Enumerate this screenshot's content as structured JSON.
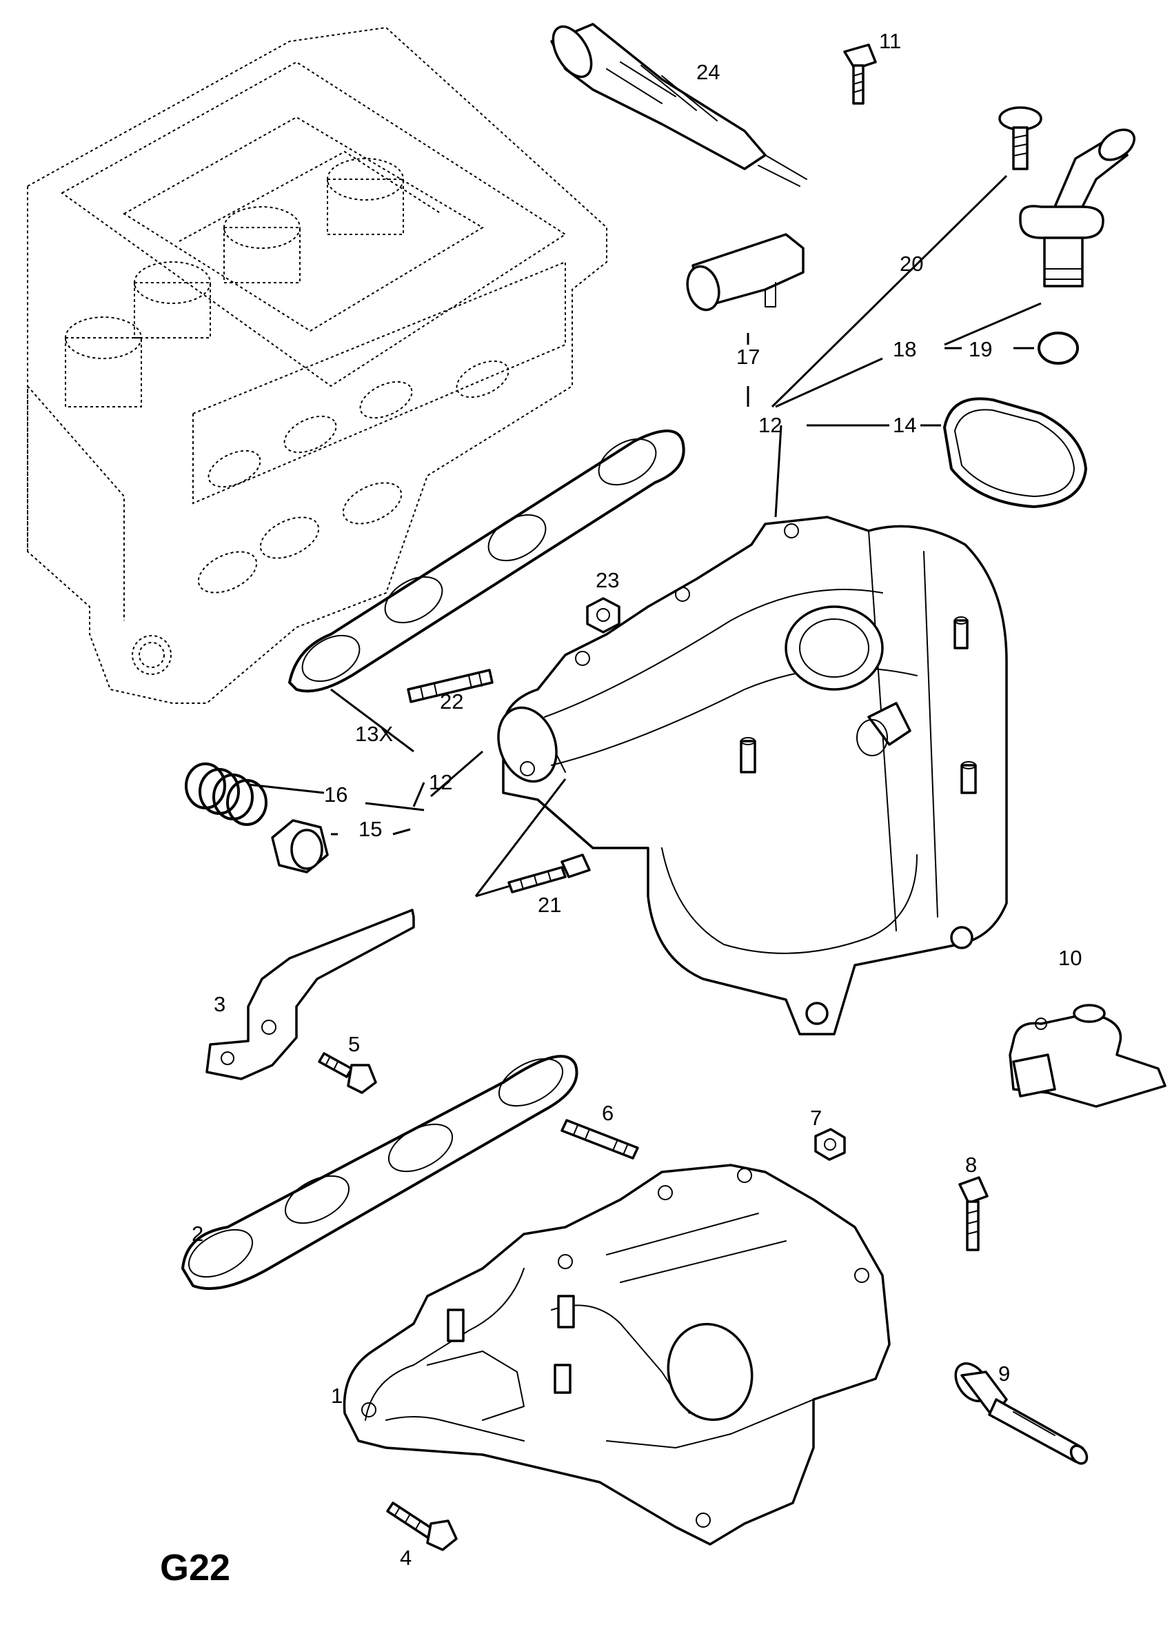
{
  "diagram_code": "G22",
  "callouts": [
    {
      "id": "c1",
      "text": "1"
    },
    {
      "id": "c2",
      "text": "2"
    },
    {
      "id": "c3",
      "text": "3"
    },
    {
      "id": "c4",
      "text": "4"
    },
    {
      "id": "c5",
      "text": "5"
    },
    {
      "id": "c6",
      "text": "6"
    },
    {
      "id": "c7",
      "text": "7"
    },
    {
      "id": "c8",
      "text": "8"
    },
    {
      "id": "c9",
      "text": "9"
    },
    {
      "id": "c10",
      "text": "10"
    },
    {
      "id": "c11",
      "text": "11"
    },
    {
      "id": "c12a",
      "text": "12"
    },
    {
      "id": "c12b",
      "text": "12"
    },
    {
      "id": "c13x",
      "text": "13X"
    },
    {
      "id": "c14",
      "text": "14"
    },
    {
      "id": "c15",
      "text": "15"
    },
    {
      "id": "c16",
      "text": "16"
    },
    {
      "id": "c17",
      "text": "17"
    },
    {
      "id": "c18",
      "text": "18"
    },
    {
      "id": "c19",
      "text": "19"
    },
    {
      "id": "c20",
      "text": "20"
    },
    {
      "id": "c21",
      "text": "21"
    },
    {
      "id": "c22",
      "text": "22"
    },
    {
      "id": "c23",
      "text": "23"
    },
    {
      "id": "c24",
      "text": "24"
    }
  ]
}
